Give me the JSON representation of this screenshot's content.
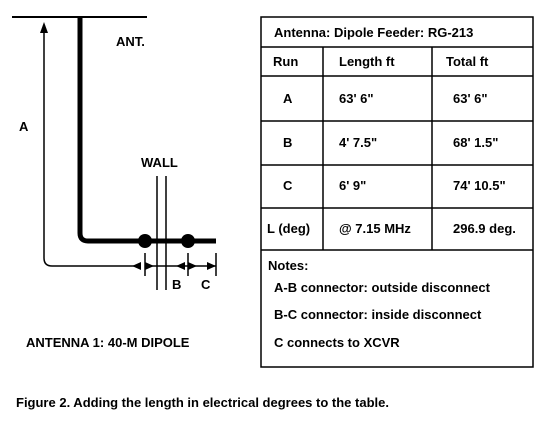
{
  "diagram": {
    "ant_label": "ANT.",
    "a_label": "A",
    "wall_label": "WALL",
    "b_label": "B",
    "c_label": "C",
    "antenna_caption": "ANTENNA 1:  40-M DIPOLE"
  },
  "table": {
    "header": "Antenna:  Dipole    Feeder:  RG-213",
    "columns": [
      "Run",
      "Length ft",
      "Total ft"
    ],
    "rows": [
      [
        "A",
        "63' 6\"",
        "63' 6\""
      ],
      [
        "B",
        "4' 7.5\"",
        "68' 1.5\""
      ],
      [
        "C",
        "6' 9\"",
        "74' 10.5\""
      ],
      [
        "L (deg)",
        "@ 7.15 MHz",
        "296.9 deg."
      ]
    ],
    "notes_title": "Notes:",
    "notes": [
      "A-B connector:  outside disconnect",
      "B-C connector:  inside disconnect",
      "C connects to XCVR"
    ]
  },
  "figure_caption": "Figure 2.  Adding the length in electrical degrees to the table."
}
